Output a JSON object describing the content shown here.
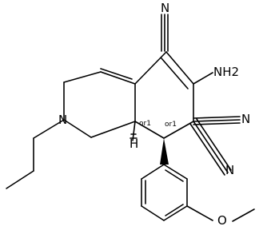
{
  "molecule": {
    "atoms": {
      "n_top": "N",
      "nh2": "NH2",
      "n_cn_right": "N",
      "n_cn_lower": "N",
      "n_ring": "N",
      "h_bridge": "H",
      "o_methoxy": "O"
    },
    "stereo": {
      "left": "or1",
      "right": "or1"
    }
  }
}
